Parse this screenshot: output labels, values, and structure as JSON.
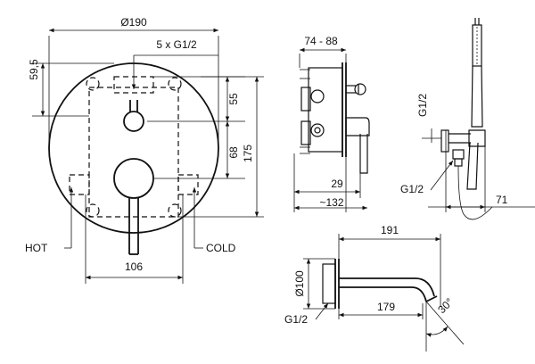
{
  "labels": {
    "diameter_190": "Ø190",
    "connections": "5 x G1/2",
    "dim_59_5": "59,5",
    "dim_55": "55",
    "dim_68": "68",
    "dim_175": "175",
    "dim_106": "106",
    "hot": "HOT",
    "cold": "COLD",
    "depth_74_88": "74 - 88",
    "dim_29": "29",
    "dim_132": "~132",
    "g12_hose": "G1/2",
    "g12_holder": "G1/2",
    "dim_71": "71",
    "dim_191": "191",
    "dim_179": "179",
    "diameter_100": "Ø100",
    "g12_spout": "G1/2",
    "angle_30": "30°"
  }
}
